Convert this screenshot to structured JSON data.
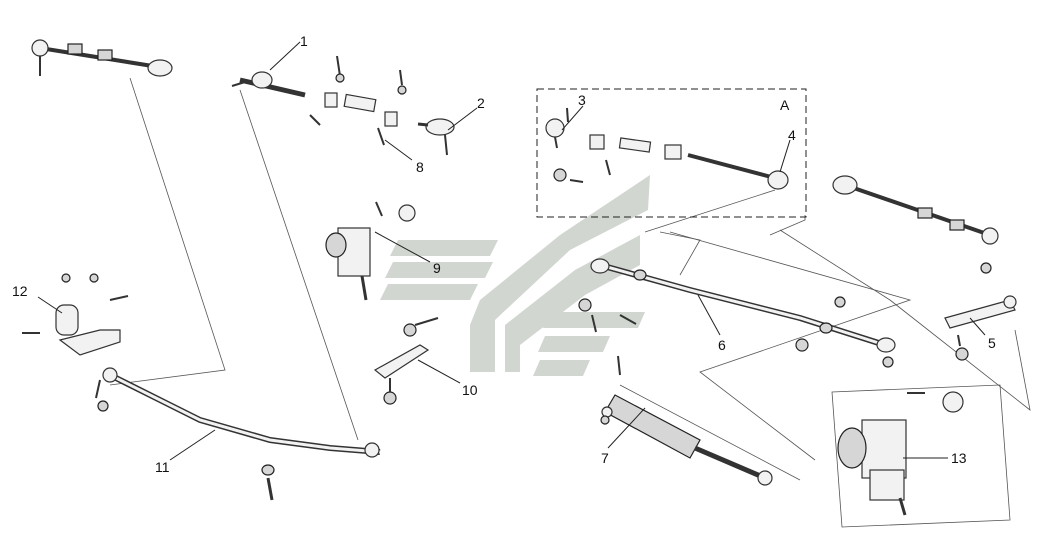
{
  "diagram": {
    "callouts": {
      "c1": "1",
      "c2": "2",
      "c3": "3",
      "c4": "4",
      "c5": "5",
      "c6": "6",
      "c7": "7",
      "c8": "8",
      "c9": "9",
      "c10": "10",
      "c11": "11",
      "c12": "12",
      "c13": "13"
    },
    "detail_label": "A"
  },
  "colors": {
    "watermark": "#c9cfc9",
    "line": "#333333",
    "part_fill": "#f2f2f2",
    "part_shade": "#d6d6d6"
  }
}
